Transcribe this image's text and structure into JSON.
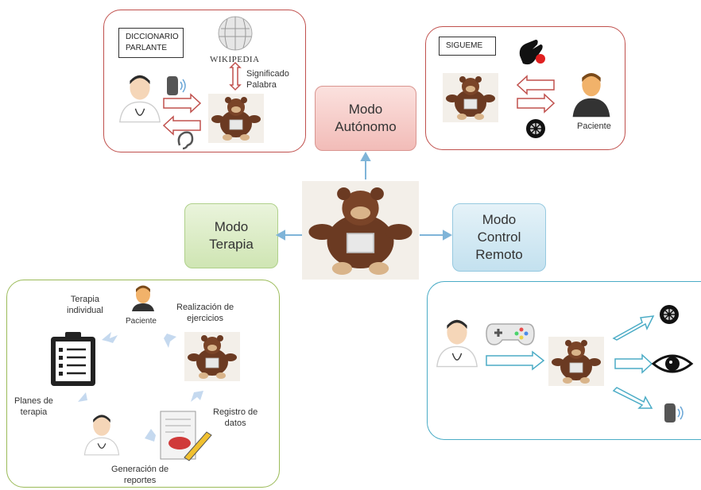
{
  "modes": {
    "autonomo": [
      "Modo",
      "Autónomo"
    ],
    "terapia": [
      "Modo",
      "Terapia"
    ],
    "control": [
      "Modo",
      "Control",
      "Remoto"
    ]
  },
  "diccionario": {
    "box_lines": [
      "DICCIONARIO",
      "PARLANTE"
    ],
    "wikipedia": "WIKIPEDIA",
    "significado": "Significado",
    "palabra": "Palabra"
  },
  "sigueme": {
    "box_label": "SIGUEME",
    "paciente": "Paciente"
  },
  "terapia_cycle": {
    "terapia_individual": [
      "Terapia",
      "individual"
    ],
    "paciente": "Paciente",
    "realizacion": [
      "Realización de",
      "ejercicios"
    ],
    "registro": [
      "Registro de",
      "datos"
    ],
    "generacion": [
      "Generación de",
      "reportes"
    ],
    "planes": [
      "Planes de",
      "terapia"
    ]
  },
  "colors": {
    "red_border": "#c0504d",
    "green_border": "#9bbb59",
    "blue_border": "#4bacc6",
    "autonomo_fill": "#f4c7c3",
    "terapia_fill": "#d7e9bd",
    "control_fill": "#cde6f1",
    "arrow_blue": "#7fb4d8"
  },
  "icons": [
    "doctor-icon",
    "speaker-icon",
    "ear-icon",
    "wikipedia-globe-icon",
    "hand-grab-icon",
    "wheel-icon",
    "patient-icon",
    "gamepad-icon",
    "eye-icon",
    "clipboard-icon",
    "report-pen-icon",
    "robot-bear-image"
  ]
}
